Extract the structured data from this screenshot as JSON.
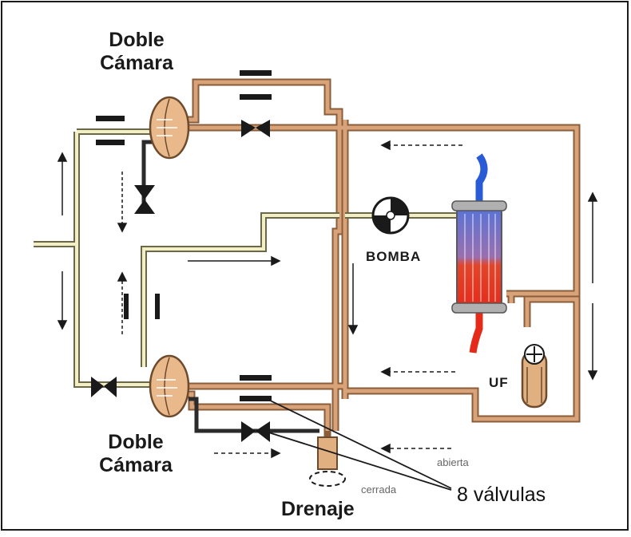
{
  "labels": {
    "top_chamber": [
      "Doble",
      "Cámara"
    ],
    "bottom_chamber": [
      "Doble",
      "Cámara"
    ],
    "pump": "BOMBA",
    "uf": "UF",
    "open_state": "abierta",
    "closed_state": "cerrada",
    "drain": "Drenaje",
    "valves_note": "8 válvulas"
  },
  "icons": [
    "double-chamber-icon",
    "valve-icon",
    "pump-icon",
    "dialyzer-icon",
    "uf-pump-icon",
    "flow-arrow-icon",
    "drain-icon"
  ],
  "colors": {
    "tan_line": "#c4906a",
    "cream_line": "#f2efc6",
    "dark_line": "#2b2b2b",
    "blood_blue": "#2a5bd7",
    "blood_red": "#e62a1a",
    "chamber_fill": "#e9b98c",
    "background": "#ffffff"
  }
}
